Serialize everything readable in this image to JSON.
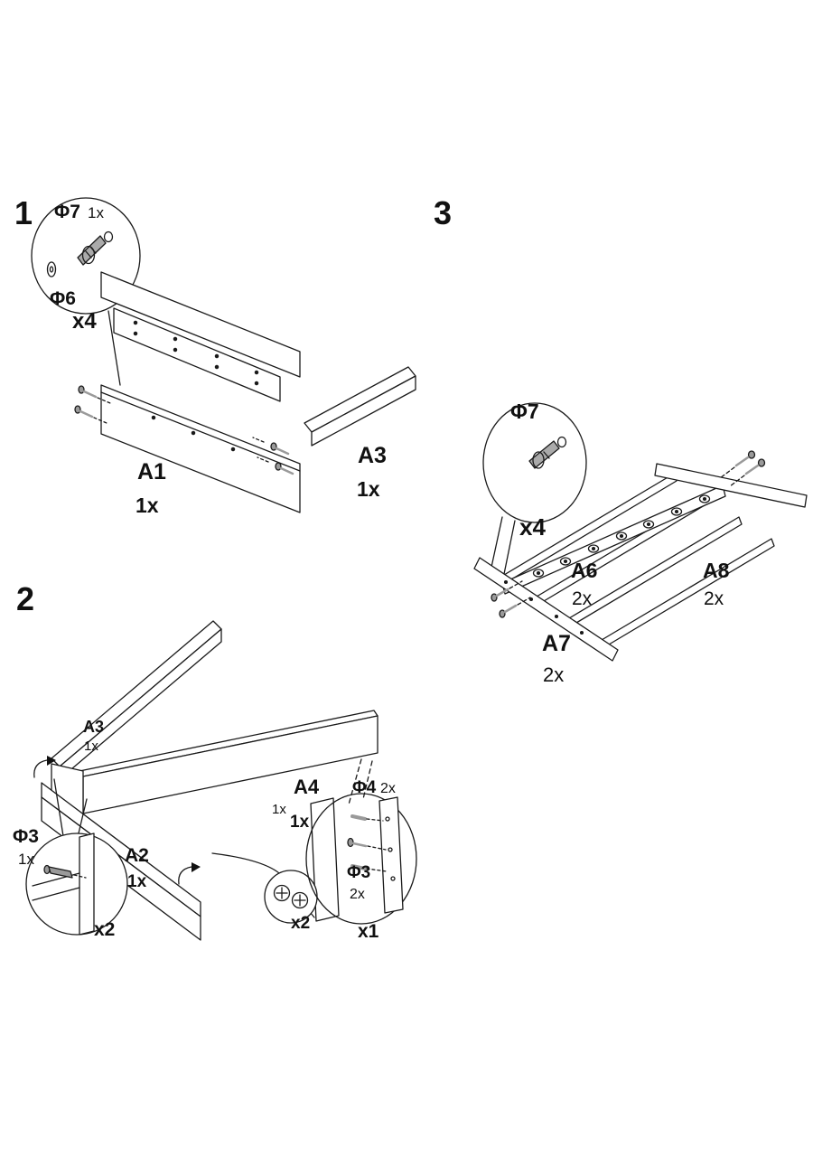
{
  "colors": {
    "background": "#ffffff",
    "line": "#1a1a1a",
    "screw_fill": "#9a9a9a"
  },
  "steps": {
    "step1": {
      "number": "1",
      "callout": {
        "screw_label": "Φ7",
        "screw_qty": "1x",
        "washer_label": "Φ6",
        "multiplier": "x4"
      },
      "parts": {
        "a1": {
          "label": "A1",
          "qty": "1x"
        },
        "a3": {
          "label": "A3",
          "qty": "1x"
        }
      }
    },
    "step2": {
      "number": "2",
      "parts": {
        "a3": {
          "label": "A3",
          "qty": "1x"
        },
        "a2": {
          "label": "A2",
          "qty": "1x"
        },
        "a4": {
          "label": "A4",
          "qty_small": "1x",
          "qty_bold": "1x"
        }
      },
      "callout_corner": {
        "screw_label": "Φ3",
        "screw_qty": "1x",
        "multiplier": "x2"
      },
      "callout_cams": {
        "multiplier": "x2"
      },
      "callout_bracket": {
        "dowel_label": "Φ4",
        "dowel_qty": "2x",
        "screw_label": "Φ3",
        "screw_qty": "2x",
        "multiplier": "x1"
      }
    },
    "step3": {
      "number": "3",
      "callout": {
        "screw_label": "Φ7",
        "multiplier": "x4"
      },
      "parts": {
        "a6": {
          "label": "A6",
          "qty": "2x"
        },
        "a8": {
          "label": "A8",
          "qty": "2x"
        },
        "a7": {
          "label": "A7",
          "qty": "2x"
        }
      }
    }
  }
}
